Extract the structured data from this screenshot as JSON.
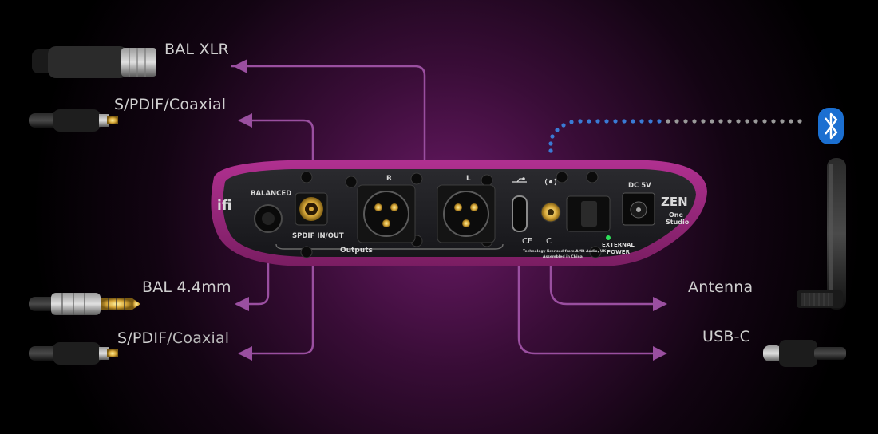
{
  "labels": {
    "bal_xlr": "BAL XLR",
    "spdif_coax_top": "S/PDIF/Coaxial",
    "bal_44": "BAL 4.4mm",
    "spdif_coax_bottom_a": "S/PDIF",
    "spdif_coax_bottom_b": "/Coaxial",
    "antenna": "Antenna",
    "usb_c": "USB-C"
  },
  "panel": {
    "brand": "ifi",
    "balanced": "BALANCED",
    "spdif_inout": "SPDIF IN/OUT",
    "outputs": "Outputs",
    "r": "R",
    "l": "L",
    "dc": "DC 5V",
    "external_power": "EXTERNAL\nPOWER",
    "zen": "ZEN",
    "zen_sub": "One\nStudio",
    "fine_print": "Technology licensed from AMR Audio, UK\nAssembled in China"
  },
  "icons": {
    "bluetooth": "bluetooth-icon",
    "usb": "usb-icon",
    "wireless": "wireless-icon"
  },
  "colors": {
    "background": "#000000",
    "glow": "#6a1a66",
    "line": "#9a4fa0",
    "panel": "#8e2476",
    "dots_blue": "#3a7bd5",
    "dots_grey": "#9a9a9a",
    "bluetooth": "#1b6fd1"
  }
}
